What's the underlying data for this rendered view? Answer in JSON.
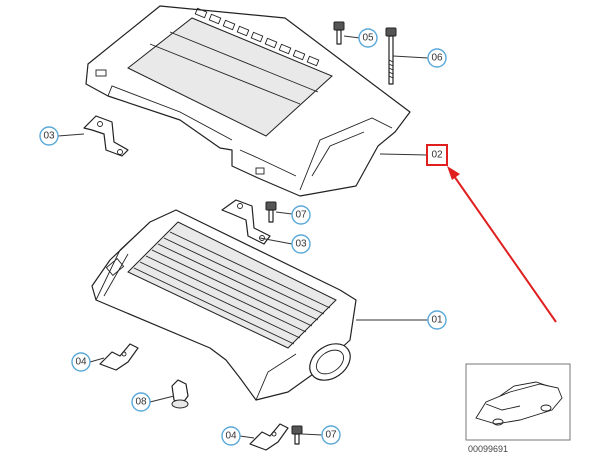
{
  "callouts": [
    {
      "id": "c05",
      "label": "05"
    },
    {
      "id": "c06",
      "label": "06"
    },
    {
      "id": "c03a",
      "label": "03"
    },
    {
      "id": "c02",
      "label": "02"
    },
    {
      "id": "c07a",
      "label": "07"
    },
    {
      "id": "c03b",
      "label": "03"
    },
    {
      "id": "c01",
      "label": "01"
    },
    {
      "id": "c04a",
      "label": "04"
    },
    {
      "id": "c08",
      "label": "08"
    },
    {
      "id": "c04b",
      "label": "04"
    },
    {
      "id": "c07b",
      "label": "07"
    }
  ],
  "highlight": {
    "label": "02",
    "color": "#e01f1f"
  },
  "thumbnail": {
    "code": "00099691"
  },
  "colors": {
    "callout_stroke": "#5aa9d9",
    "arrow": "#e01f1f"
  }
}
